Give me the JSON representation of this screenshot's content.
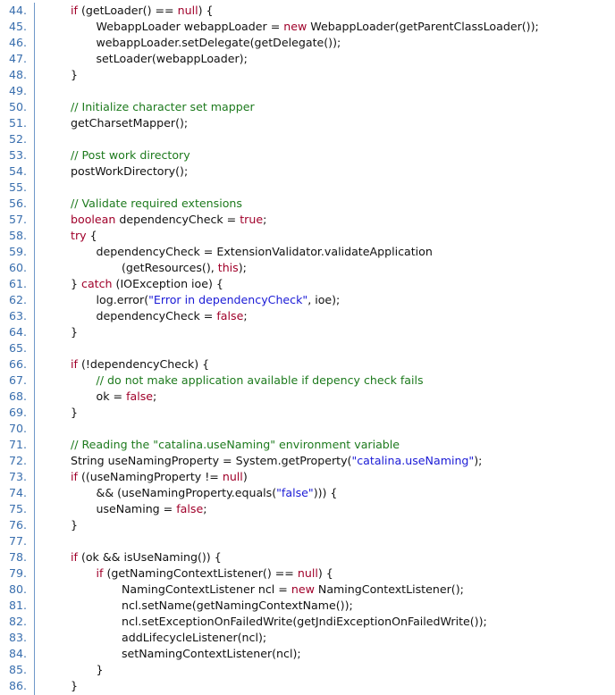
{
  "colors": {
    "line_number": "#3a6fae",
    "gutter_border": "#6f98c9",
    "keyword": "#a0002a",
    "comment": "#1d7a1d",
    "string": "#1a1ad6",
    "text": "#111111"
  },
  "lines": [
    {
      "n": "44.",
      "indent": 0,
      "tokens": [
        [
          "k",
          "if"
        ],
        [
          "p",
          " (getLoader() == "
        ],
        [
          "k",
          "null"
        ],
        [
          "p",
          ") {"
        ]
      ]
    },
    {
      "n": "45.",
      "indent": 1,
      "tokens": [
        [
          "p",
          "WebappLoader webappLoader = "
        ],
        [
          "k",
          "new"
        ],
        [
          "p",
          " WebappLoader(getParentClassLoader());"
        ]
      ]
    },
    {
      "n": "46.",
      "indent": 1,
      "tokens": [
        [
          "p",
          "webappLoader.setDelegate(getDelegate());"
        ]
      ]
    },
    {
      "n": "47.",
      "indent": 1,
      "tokens": [
        [
          "p",
          "setLoader(webappLoader);"
        ]
      ]
    },
    {
      "n": "48.",
      "indent": 0,
      "tokens": [
        [
          "p",
          "}"
        ]
      ]
    },
    {
      "n": "49.",
      "indent": 0,
      "tokens": []
    },
    {
      "n": "50.",
      "indent": 0,
      "tokens": [
        [
          "c",
          "// Initialize character set mapper"
        ]
      ]
    },
    {
      "n": "51.",
      "indent": 0,
      "tokens": [
        [
          "p",
          "getCharsetMapper();"
        ]
      ]
    },
    {
      "n": "52.",
      "indent": 0,
      "tokens": []
    },
    {
      "n": "53.",
      "indent": 0,
      "tokens": [
        [
          "c",
          "// Post work directory"
        ]
      ]
    },
    {
      "n": "54.",
      "indent": 0,
      "tokens": [
        [
          "p",
          "postWorkDirectory();"
        ]
      ]
    },
    {
      "n": "55.",
      "indent": 0,
      "tokens": []
    },
    {
      "n": "56.",
      "indent": 0,
      "tokens": [
        [
          "c",
          "// Validate required extensions"
        ]
      ]
    },
    {
      "n": "57.",
      "indent": 0,
      "tokens": [
        [
          "k",
          "boolean"
        ],
        [
          "p",
          " dependencyCheck = "
        ],
        [
          "k",
          "true"
        ],
        [
          "p",
          ";"
        ]
      ]
    },
    {
      "n": "58.",
      "indent": 0,
      "tokens": [
        [
          "k",
          "try"
        ],
        [
          "p",
          " {"
        ]
      ]
    },
    {
      "n": "59.",
      "indent": 1,
      "tokens": [
        [
          "p",
          "dependencyCheck = ExtensionValidator.validateApplication"
        ]
      ]
    },
    {
      "n": "60.",
      "indent": 2,
      "tokens": [
        [
          "p",
          "(getResources(), "
        ],
        [
          "k",
          "this"
        ],
        [
          "p",
          ");"
        ]
      ]
    },
    {
      "n": "61.",
      "indent": 0,
      "tokens": [
        [
          "p",
          "} "
        ],
        [
          "k",
          "catch"
        ],
        [
          "p",
          " (IOException ioe) {"
        ]
      ]
    },
    {
      "n": "62.",
      "indent": 1,
      "tokens": [
        [
          "p",
          "log.error("
        ],
        [
          "s",
          "\"Error in dependencyCheck\""
        ],
        [
          "p",
          ", ioe);"
        ]
      ]
    },
    {
      "n": "63.",
      "indent": 1,
      "tokens": [
        [
          "p",
          "dependencyCheck = "
        ],
        [
          "k",
          "false"
        ],
        [
          "p",
          ";"
        ]
      ]
    },
    {
      "n": "64.",
      "indent": 0,
      "tokens": [
        [
          "p",
          "}"
        ]
      ]
    },
    {
      "n": "65.",
      "indent": 0,
      "tokens": []
    },
    {
      "n": "66.",
      "indent": 0,
      "tokens": [
        [
          "k",
          "if"
        ],
        [
          "p",
          " (!dependencyCheck) {"
        ]
      ]
    },
    {
      "n": "67.",
      "indent": 1,
      "tokens": [
        [
          "c",
          "// do not make application available if depency check fails"
        ]
      ]
    },
    {
      "n": "68.",
      "indent": 1,
      "tokens": [
        [
          "p",
          "ok = "
        ],
        [
          "k",
          "false"
        ],
        [
          "p",
          ";"
        ]
      ]
    },
    {
      "n": "69.",
      "indent": 0,
      "tokens": [
        [
          "p",
          "}"
        ]
      ]
    },
    {
      "n": "70.",
      "indent": 0,
      "tokens": []
    },
    {
      "n": "71.",
      "indent": 0,
      "tokens": [
        [
          "c",
          "// Reading the \"catalina.useNaming\" environment variable"
        ]
      ]
    },
    {
      "n": "72.",
      "indent": 0,
      "tokens": [
        [
          "p",
          "String useNamingProperty = System.getProperty("
        ],
        [
          "s",
          "\"catalina.useNaming\""
        ],
        [
          "p",
          ");"
        ]
      ]
    },
    {
      "n": "73.",
      "indent": 0,
      "tokens": [
        [
          "k",
          "if"
        ],
        [
          "p",
          " ((useNamingProperty != "
        ],
        [
          "k",
          "null"
        ],
        [
          "p",
          ")"
        ]
      ]
    },
    {
      "n": "74.",
      "indent": 1,
      "tokens": [
        [
          "p",
          "&& (useNamingProperty.equals("
        ],
        [
          "s",
          "\"false\""
        ],
        [
          "p",
          "))) {"
        ]
      ]
    },
    {
      "n": "75.",
      "indent": 1,
      "tokens": [
        [
          "p",
          "useNaming = "
        ],
        [
          "k",
          "false"
        ],
        [
          "p",
          ";"
        ]
      ]
    },
    {
      "n": "76.",
      "indent": 0,
      "tokens": [
        [
          "p",
          "}"
        ]
      ]
    },
    {
      "n": "77.",
      "indent": 0,
      "tokens": []
    },
    {
      "n": "78.",
      "indent": 0,
      "tokens": [
        [
          "k",
          "if"
        ],
        [
          "p",
          " (ok && isUseNaming()) {"
        ]
      ]
    },
    {
      "n": "79.",
      "indent": 1,
      "tokens": [
        [
          "k",
          "if"
        ],
        [
          "p",
          " (getNamingContextListener() == "
        ],
        [
          "k",
          "null"
        ],
        [
          "p",
          ") {"
        ]
      ]
    },
    {
      "n": "80.",
      "indent": 2,
      "tokens": [
        [
          "p",
          "NamingContextListener ncl = "
        ],
        [
          "k",
          "new"
        ],
        [
          "p",
          " NamingContextListener();"
        ]
      ]
    },
    {
      "n": "81.",
      "indent": 2,
      "tokens": [
        [
          "p",
          "ncl.setName(getNamingContextName());"
        ]
      ]
    },
    {
      "n": "82.",
      "indent": 2,
      "tokens": [
        [
          "p",
          "ncl.setExceptionOnFailedWrite(getJndiExceptionOnFailedWrite());"
        ]
      ]
    },
    {
      "n": "83.",
      "indent": 2,
      "tokens": [
        [
          "p",
          "addLifecycleListener(ncl);"
        ]
      ]
    },
    {
      "n": "84.",
      "indent": 2,
      "tokens": [
        [
          "p",
          "setNamingContextListener(ncl);"
        ]
      ]
    },
    {
      "n": "85.",
      "indent": 1,
      "tokens": [
        [
          "p",
          "}"
        ]
      ]
    },
    {
      "n": "86.",
      "indent": 0,
      "tokens": [
        [
          "p",
          "}"
        ]
      ]
    }
  ]
}
